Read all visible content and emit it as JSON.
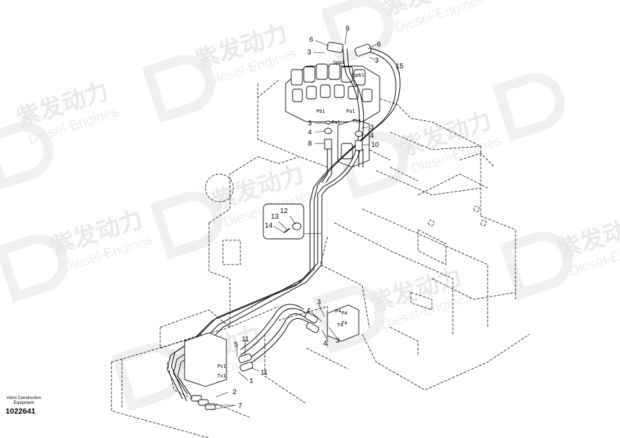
{
  "caption": {
    "company": "Volvo Construction Equipment",
    "number": "1022641"
  },
  "watermark": {
    "text": "紫发动力",
    "subtext": "Diesel-Engines"
  },
  "callouts": [
    "9",
    "6",
    "6",
    "3",
    "3",
    "15",
    "3",
    "4",
    "8",
    "3",
    "4",
    "10",
    "12",
    "13",
    "14",
    "3",
    "4",
    "P4",
    "T4",
    "3",
    "4",
    "5",
    "11",
    "11",
    "1",
    "2",
    "7"
  ],
  "ports": [
    "Spa1",
    "Spb1",
    "Pb1",
    "Pa1",
    "Pa1",
    "Pb1",
    "P4",
    "T4",
    "Pv1",
    "Tv1"
  ],
  "colors": {
    "line": "#000000",
    "watermark": "#e6e6e6"
  }
}
